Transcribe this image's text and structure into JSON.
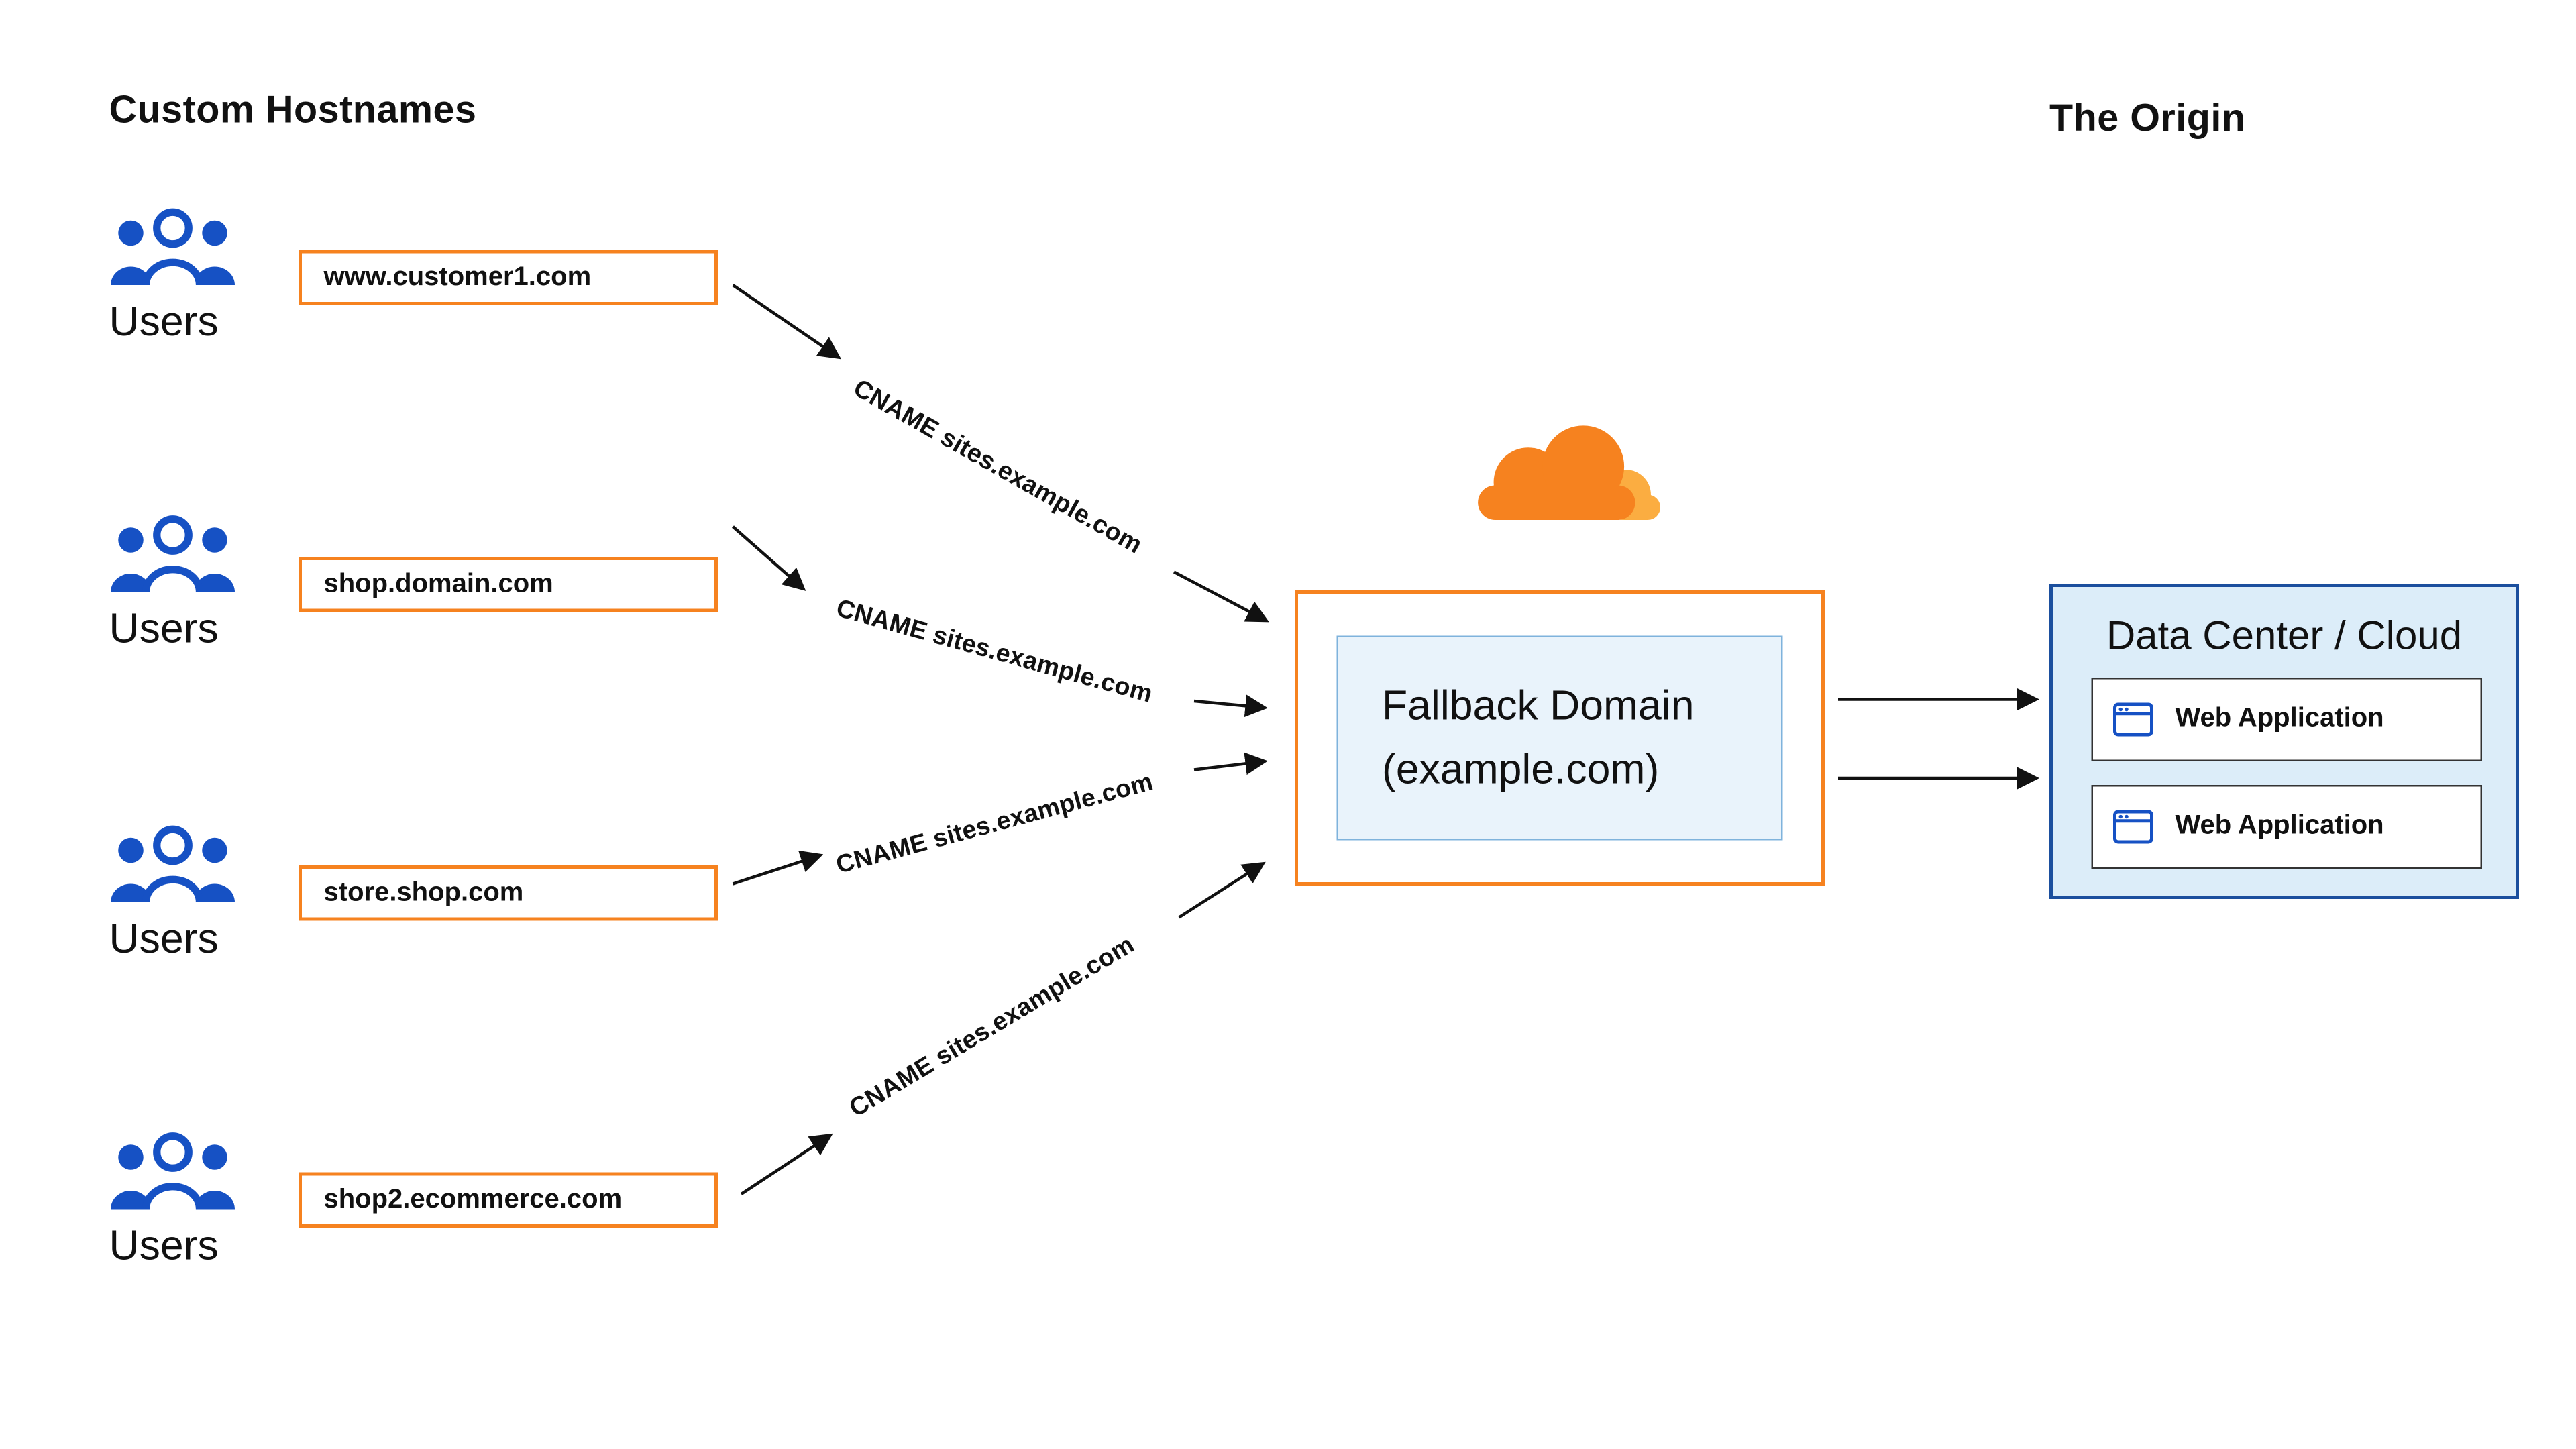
{
  "diagram": {
    "left_heading": "Custom Hostnames",
    "right_heading": "The Origin",
    "users_label": "Users",
    "hostnames": [
      "www.customer1.com",
      "shop.domain.com",
      "store.shop.com",
      "shop2.ecommerce.com"
    ],
    "cname_label": "CNAME sites.example.com",
    "fallback": {
      "line1": "Fallback Domain",
      "line2": "(example.com)"
    },
    "origin": {
      "title": "Data Center / Cloud",
      "apps": [
        "Web Application",
        "Web Application"
      ]
    }
  },
  "colors": {
    "cf-orange": "#F6821F",
    "cf-orange-light": "#FBAD41",
    "icon-blue": "#1651C4",
    "origin-border": "#1B4F9E",
    "origin-bg": "#DCEDF9",
    "inner-bg": "#E9F3FB",
    "inner-border": "#7FB3DC",
    "text": "#111111"
  }
}
